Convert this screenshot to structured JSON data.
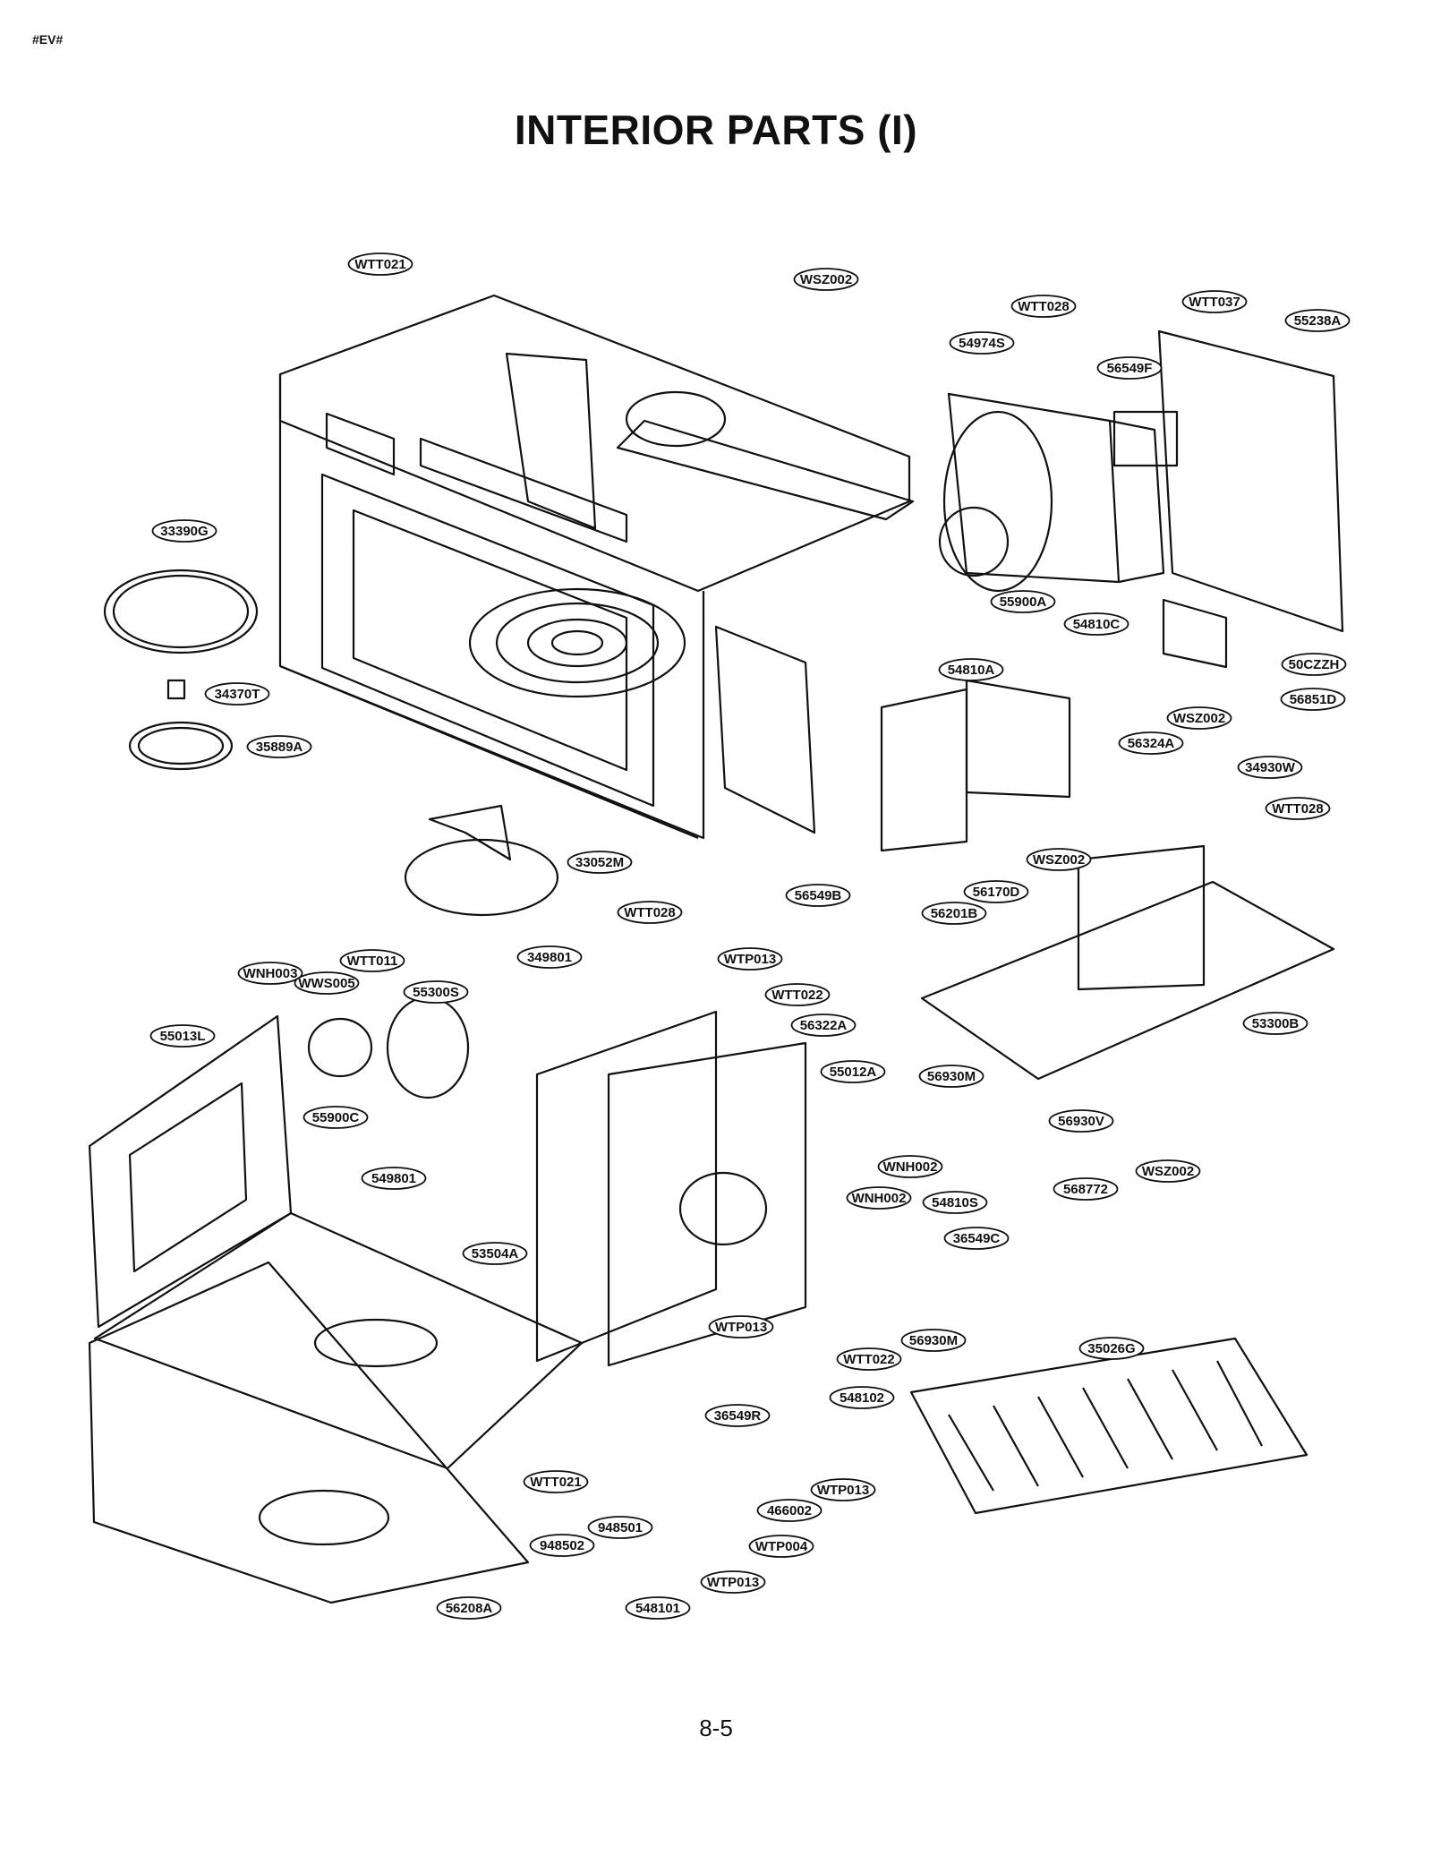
{
  "header_code": "#EV#",
  "title": "INTERIOR PARTS (I)",
  "page_number": "8-5",
  "colors": {
    "ink": "#111111",
    "paper": "#ffffff"
  },
  "part_labels": [
    "WTT021",
    "WSZ002",
    "WTT028",
    "WTT037",
    "55238A",
    "54974S",
    "56549F",
    "33390G",
    "34370T",
    "35889A",
    "55900A",
    "54810C",
    "50CZZH",
    "54810A",
    "56851D",
    "WSZ002",
    "56324A",
    "34930W",
    "WTT028",
    "33052M",
    "WSZ002",
    "WTT028",
    "56549B",
    "56201B",
    "56170D",
    "349801",
    "WTT011",
    "WTP013",
    "WNH003",
    "WWS005",
    "55300S",
    "WTT022",
    "55013L",
    "56322A",
    "55012A",
    "53300B",
    "56930M",
    "55900C",
    "56930V",
    "549801",
    "WNH002",
    "WSZ002",
    "WNH002",
    "54810S",
    "568772",
    "53504A",
    "36549C",
    "WTP013",
    "56930M",
    "WTT022",
    "35026G",
    "548102",
    "36549R",
    "WTT021",
    "WTP013",
    "466002",
    "948501",
    "948502",
    "WTP004",
    "WTP013",
    "56208A",
    "548101"
  ]
}
